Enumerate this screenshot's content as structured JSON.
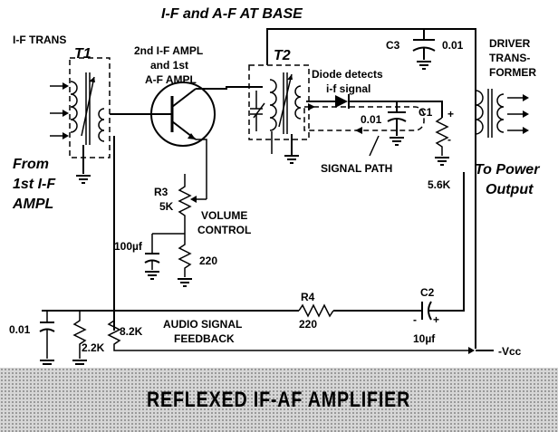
{
  "header": "I-F and A-F AT BASE",
  "caption": "REFLEXED IF-AF AMPLIFIER",
  "labels": {
    "if_trans": "I-F TRANS",
    "t1": "T1",
    "from_line1": "From",
    "from_line2": "1st I-F",
    "from_line3": "AMPL",
    "amp_line1": "2nd I-F AMPL",
    "amp_line2": "and 1st",
    "amp_line3": "A-F AMPL",
    "t2": "T2",
    "c3": "C3",
    "c3_value": "0.01",
    "driver_line1": "DRIVER",
    "driver_line2": "TRANS-",
    "driver_line3": "FORMER",
    "diode_line1": "Diode detects",
    "diode_line2": "i-f signal",
    "c1_value": "0.01",
    "c1": "C1",
    "plus": "+",
    "minus": "-",
    "signal_path": "SIGNAL PATH",
    "r_load": "5.6K",
    "to_power_line1": "To Power",
    "to_power_line2": "Output",
    "r3": "R3",
    "r3_value": "5K",
    "volume_line1": "VOLUME",
    "volume_line2": "CONTROL",
    "cap_100": "100µf",
    "r_220_emitter": "220",
    "r4": "R4",
    "r4_value": "220",
    "c2": "C2",
    "c2_minus": "-",
    "c2_plus": "+",
    "c2_value": "10µf",
    "cap_001_left": "0.01",
    "r_2_2k": "2.2K",
    "r_8_2k": "8.2K",
    "feedback_line1": "AUDIO SIGNAL",
    "feedback_line2": "FEEDBACK",
    "vcc": "-Vcc"
  }
}
